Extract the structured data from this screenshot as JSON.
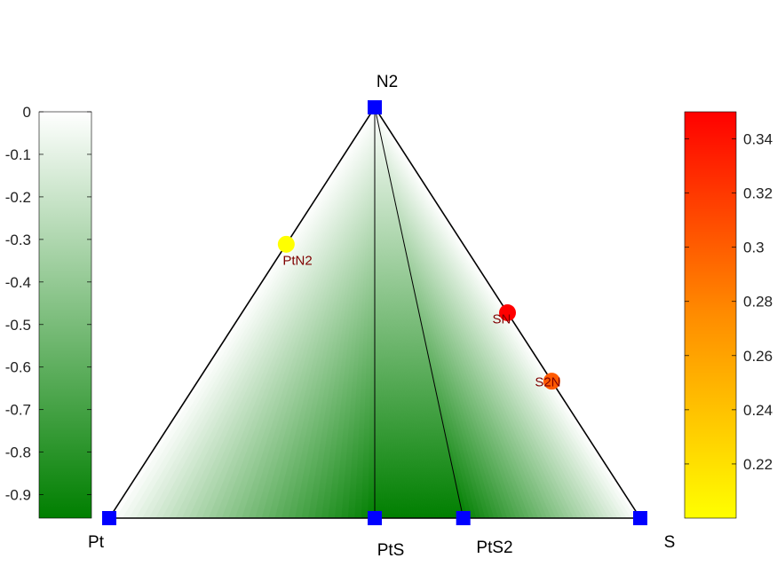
{
  "chart_data": {
    "type": "ternary-phase-diagram",
    "corners": {
      "top": "N2",
      "left": "Pt",
      "right": "S"
    },
    "stable_phases": [
      {
        "label": "N2",
        "x_S": 0.0,
        "x_N": 1.0
      },
      {
        "label": "Pt",
        "x_S": 0.0,
        "x_N": 0.0
      },
      {
        "label": "PtS",
        "x_S": 0.5,
        "x_N": 0.0
      },
      {
        "label": "PtS2",
        "x_S": 0.6667,
        "x_N": 0.0
      },
      {
        "label": "S",
        "x_S": 1.0,
        "x_N": 0.0
      }
    ],
    "tie_lines": [
      [
        "PtS",
        "N2"
      ],
      [
        "PtS2",
        "N2"
      ]
    ],
    "unstable_phases": [
      {
        "label": "PtN2",
        "x_S": 0.0,
        "x_N": 0.6667,
        "e_above_hull": 0.2,
        "color": "#FFFF00"
      },
      {
        "label": "SN",
        "x_S": 0.5,
        "x_N": 0.5,
        "e_above_hull": 0.35,
        "color": "#FF0000"
      },
      {
        "label": "S2N",
        "x_S": 0.6667,
        "x_N": 0.3333,
        "e_above_hull": 0.285,
        "color": "#FF5A00"
      }
    ],
    "formation_energy_colorbar": {
      "ticks": [
        "0",
        "-0.1",
        "-0.2",
        "-0.3",
        "-0.4",
        "-0.5",
        "-0.6",
        "-0.7",
        "-0.8",
        "-0.9"
      ],
      "range": [
        -0.955,
        0
      ],
      "colors": [
        "#007F00",
        "#FFFFFF"
      ]
    },
    "instability_colorbar": {
      "ticks": [
        "0.22",
        "0.24",
        "0.26",
        "0.28",
        "0.3",
        "0.32",
        "0.34"
      ],
      "range": [
        0.2,
        0.35
      ],
      "colors": [
        "#FFFF00",
        "#FF0000"
      ]
    },
    "region_formation_energies": [
      {
        "vertices": [
          "Pt",
          "PtS",
          "N2"
        ],
        "energy_at_base": -0.955
      },
      {
        "vertices": [
          "PtS",
          "PtS2",
          "N2"
        ],
        "energy_at_base": -0.955
      },
      {
        "vertices": [
          "PtS2",
          "S",
          "N2"
        ],
        "energy_at_base": -0.955
      }
    ]
  }
}
